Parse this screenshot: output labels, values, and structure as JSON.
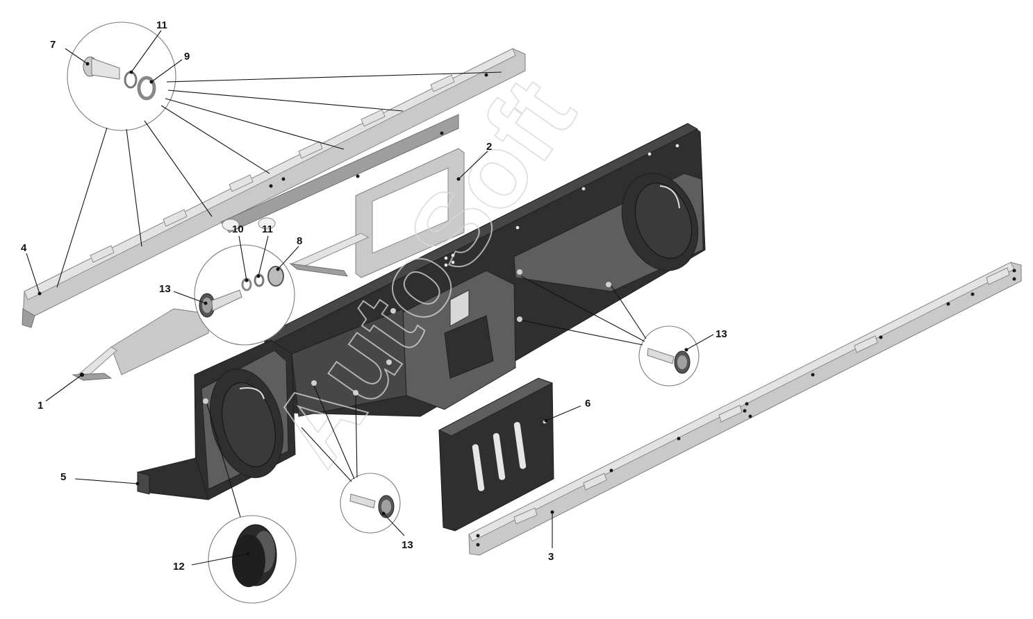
{
  "watermark": "AutoSoft",
  "callouts": {
    "c1": "1",
    "c2": "2",
    "c3": "3",
    "c4": "4",
    "c5": "5",
    "c6": "6",
    "c7": "7",
    "c8": "8",
    "c9": "9",
    "c10": "10",
    "c11a": "11",
    "c11b": "11",
    "c12": "12",
    "c13a": "13",
    "c13b": "13",
    "c13c": "13"
  },
  "colors": {
    "panel": "#2f2f2f",
    "metal": "#c9c9c9",
    "background": "#ffffff"
  }
}
